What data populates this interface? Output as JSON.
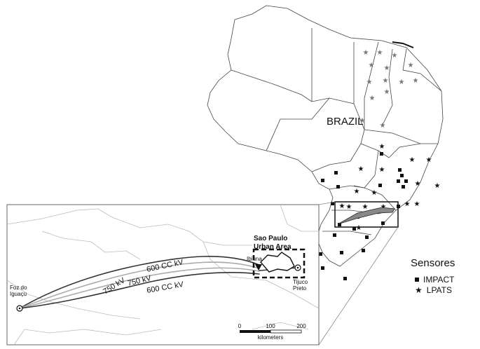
{
  "map": {
    "country_label": "BRAZIL",
    "inset": {
      "city_label": "Sao Paulo\nUrban Area",
      "city_line1": "Sao Paulo",
      "city_line2": "Urban Area",
      "place_ibiuna": "Ibiúna",
      "place_tijuco_line1": "Tijuco",
      "place_tijuco_line2": "Preto",
      "place_foz_line1": "Foz do",
      "place_foz_line2": "Iguaçu",
      "line_labels": [
        "600 CC kV",
        "750 kV",
        "750 kV",
        "600 CC kV"
      ],
      "scale": {
        "ticks": [
          "0",
          "100",
          "200"
        ],
        "unit": "kilometers"
      }
    }
  },
  "legend": {
    "title": "Sensores",
    "items": [
      {
        "symbol": "square",
        "label": "IMPACT"
      },
      {
        "symbol": "star",
        "label": "LPATS"
      }
    ]
  }
}
